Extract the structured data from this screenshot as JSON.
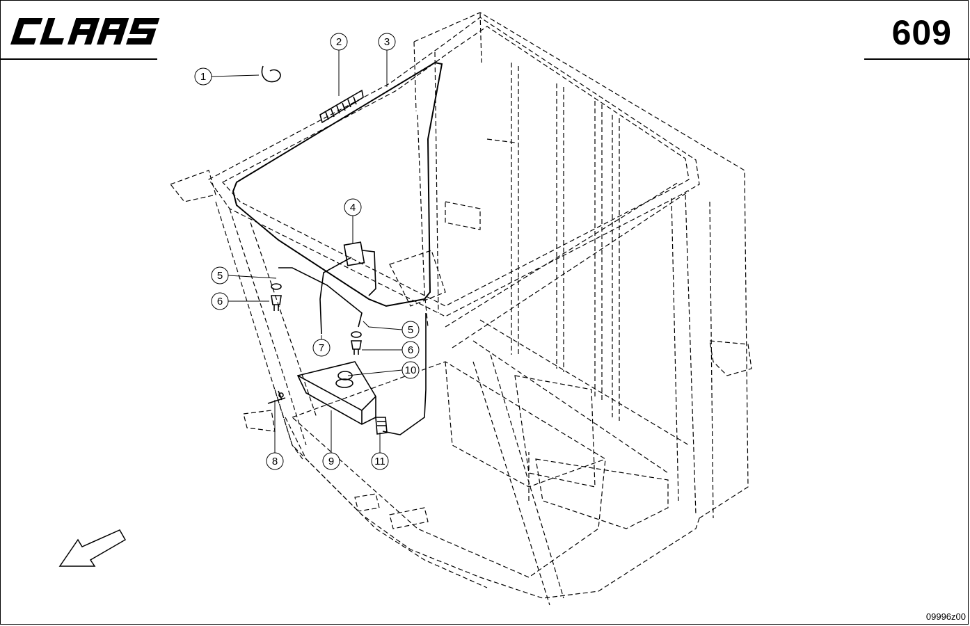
{
  "header": {
    "brand": "CLAAS",
    "page_number": "609"
  },
  "footer": {
    "drawing_code": "09996z00"
  },
  "callouts": [
    {
      "id": "c1",
      "label": "1"
    },
    {
      "id": "c2",
      "label": "2"
    },
    {
      "id": "c3",
      "label": "3"
    },
    {
      "id": "c4",
      "label": "4"
    },
    {
      "id": "c5a",
      "label": "5"
    },
    {
      "id": "c6a",
      "label": "6"
    },
    {
      "id": "c5b",
      "label": "5"
    },
    {
      "id": "c6b",
      "label": "6"
    },
    {
      "id": "c7",
      "label": "7"
    },
    {
      "id": "c10",
      "label": "10"
    },
    {
      "id": "c8",
      "label": "8"
    },
    {
      "id": "c9",
      "label": "9"
    },
    {
      "id": "c11",
      "label": "11"
    }
  ],
  "colors": {
    "line": "#000000",
    "background": "#ffffff"
  },
  "icons": {
    "direction_arrow": "arrow-down-left-icon"
  }
}
